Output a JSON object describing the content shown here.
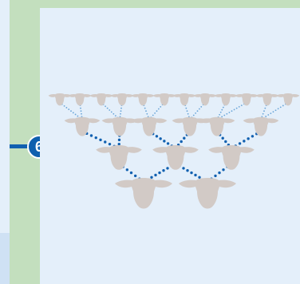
{
  "step": {
    "number": "6"
  },
  "colors": {
    "background": "#c3dfbe",
    "panel": "#e4effa",
    "accent": "#0e5fae",
    "head": "#d2cac6",
    "dots_dark": "#1060b0",
    "dots_light": "#6aa5d8"
  },
  "diagram": {
    "icon": "cattle-head-icon",
    "rows": [
      {
        "generation": 1,
        "count": 2
      },
      {
        "generation": 2,
        "count": 3
      },
      {
        "generation": 3,
        "count": 6
      },
      {
        "generation": 4,
        "count": 12
      }
    ]
  }
}
